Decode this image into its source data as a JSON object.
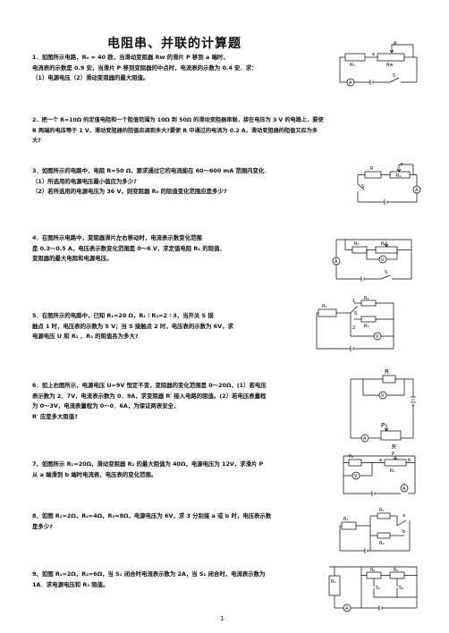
{
  "title": "电阻串、并联的计算题",
  "questions": [
    {
      "lines": [
        "1．如图所示电路，R₀ = 40 欧，当滑动变阻器 Rw 的滑片 P 移到 a 端时，",
        "电流表的示数是 0.9 安，当滑片 P 移到变阻器的中点时，电流表的示数为 0.4 安．求：",
        "（1）电源电压（2）滑动变阻器的最大阻值。"
      ]
    },
    {
      "lines": [
        "2．把一个 R=10Ω 的定值电阻和一个阻值范围为 10Ω 到 50Ω 的滑动变阻器串联，接在电压为 3 V 的电路上，要使",
        "R 两端的电压等于 1 V，滑动变阻器的阻值应调到多大?要使 R 中通过的电流为 0.2 A，滑动变阻器的阻值又应为多",
        "大?"
      ]
    },
    {
      "lines": [
        "3．如图所示的电路中，电阻 R=50 Ω，要求通过它的电流能在 60～600 mA 范围内变化．",
        "（1）所选用的电源电压最小值应为多少?",
        "（2）若所选用的电源电压为 36 V，则变阻器 R₀ 的阻值变化范围应是多少?"
      ]
    },
    {
      "lines": [
        "4．在图所示电路中，变阻器滑片左右移动时，电流表示数变化范围",
        "是 0.3～0.5 A，电压表示数变化范围是 0～6 V，求定值电阻 R₁ 的阻值、",
        "变阻器的最大电阻和电源电压。"
      ]
    },
    {
      "lines": [
        "5．在图所示的电路中，已知 R₁=20 Ω，R₁ ∶ R₃=2 ∶ 3，当开关 S 接",
        "触点 1 时，电压表的示数为 5 V；当 S 接触点 2 时，电压表的示数为 6V，求",
        "电源电压 U 和 R₂ 、R₃ 的阻值各为多大?"
      ]
    },
    {
      "lines": [
        "6．如上右图所示，电源电压 U=9V 恒定不变，变阻器的变化范围是 0～20Ω，(1）若电压",
        "表示数为 2．7V，电流表示数为 0．9A，求变阻器 R′ 接入电路的阻值。(2）若电压表量程",
        "为 0～3V，电流表量程为 0～0．6A，为保证两表安全，",
        "R′ 应是多大阻值?"
      ]
    },
    {
      "lines": [
        "7、如图所示 R₁=20Ω，滑动变阻器 R₂ 的最大阻值为 40Ω，电源电压为 12V，求滑片 P",
        "从 a 端滑到 b 端时电流表、电压表的变化范围。"
      ]
    },
    {
      "lines": [
        "8、如图 R₁=2Ω，R₂=4Ω，R₃=8Ω，电源电压为 6V，求 3 分别接 a 或 b 时，电压表示数",
        "是多少?"
      ]
    },
    {
      "lines": [
        "9、如图 R₁=2Ω，R₂=6Ω，当 S₁ 闭合时电流表示数为 2A，当 S₂ 闭合时，电流表示数为",
        "1A．求电源电压和 R₃ 阻值。"
      ]
    }
  ],
  "figures": {
    "fig1": {
      "labels": [
        "P",
        "R₀",
        "a",
        "Rw",
        "A",
        "S"
      ]
    },
    "fig3": {
      "labels": [
        "P",
        "R",
        "R₀",
        "S",
        "A"
      ]
    },
    "fig4": {
      "labels": [
        "R₁",
        "R₂",
        "V",
        "A",
        "S"
      ]
    },
    "fig5": {
      "labels": [
        "1",
        "R₂",
        "R₁",
        "S",
        "R₃",
        "2",
        "V"
      ]
    },
    "fig6": {
      "labels": [
        "R",
        "V",
        "P",
        "A",
        "R′"
      ]
    },
    "fig7": {
      "labels": [
        "R₁",
        "a",
        "P",
        "b",
        "R₂",
        "V",
        "A"
      ]
    },
    "fig8": {
      "labels": [
        "R₁",
        "R₂",
        "a",
        "b",
        "R₃"
      ]
    },
    "fig9": {
      "labels": [
        "R₁",
        "R₂",
        "R₃",
        "S₁",
        "S₂",
        "A"
      ]
    }
  },
  "page_number": "1"
}
